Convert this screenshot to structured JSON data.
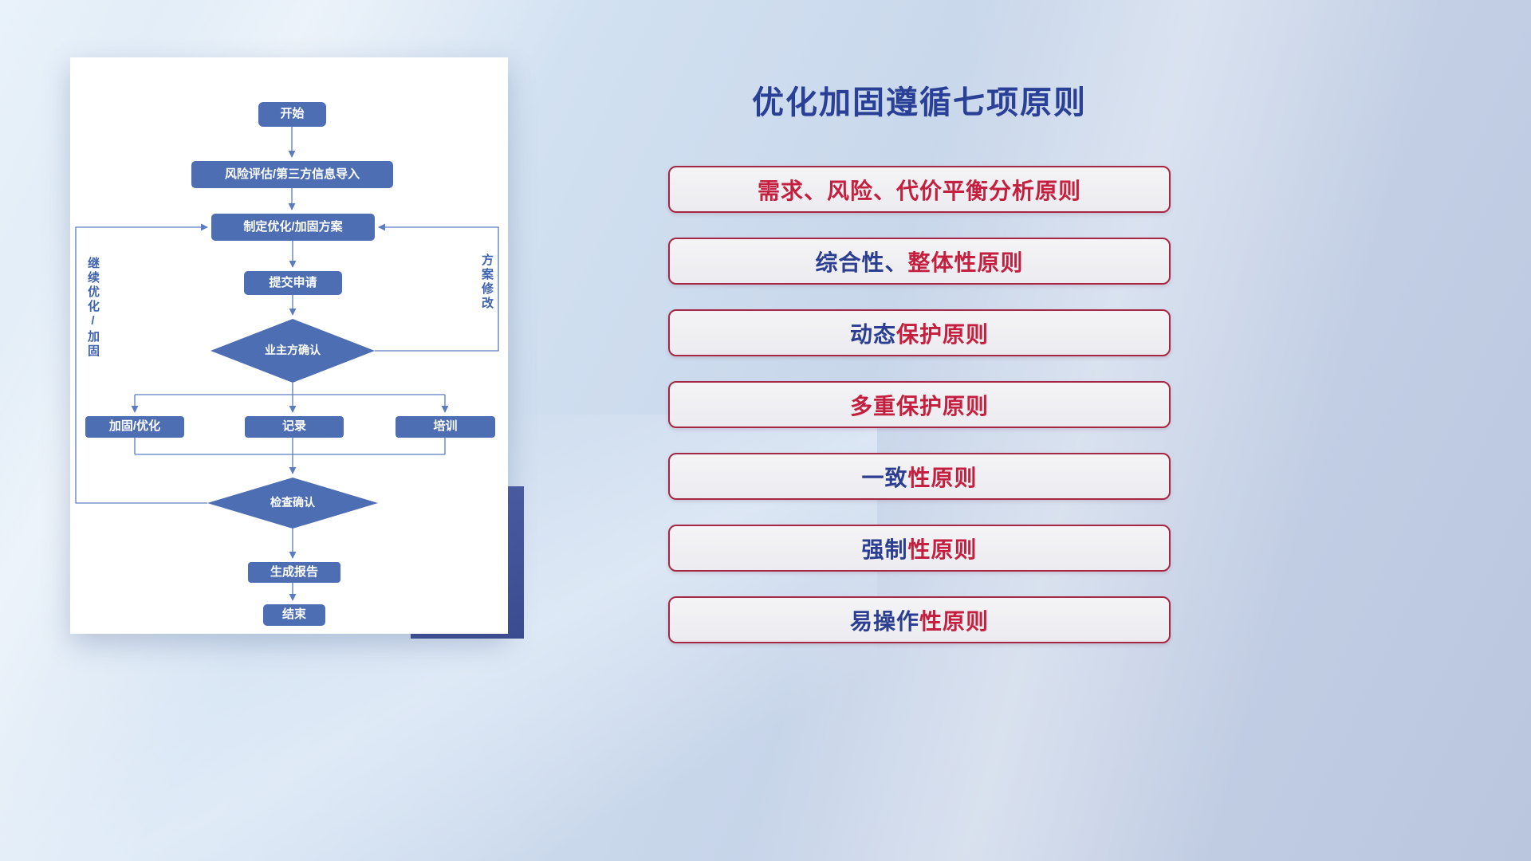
{
  "flowchart": {
    "nodes": {
      "start": "开始",
      "risk_import": "风险评估/第三方信息导入",
      "make_plan": "制定优化/加固方案",
      "submit": "提交申请",
      "owner_confirm": "业主方确认",
      "reinforce": "加固/优化",
      "record": "记录",
      "training": "培训",
      "check_confirm": "检查确认",
      "report": "生成报告",
      "end": "结束"
    },
    "loop_labels": {
      "continue_optimize": "继续优化/加固",
      "plan_revise": "方案修改"
    }
  },
  "panel": {
    "title": "优化加固遵循七项原则",
    "principles": [
      {
        "blue": "",
        "red": "需求、风险、代价平衡分析原则"
      },
      {
        "blue": "综合性、",
        "red": "整体性原则"
      },
      {
        "blue": "动态",
        "red": "保护原则"
      },
      {
        "blue": "",
        "red": "多重保护原则"
      },
      {
        "blue": "一致",
        "red": "性原则"
      },
      {
        "blue": "强制",
        "red": "性原则"
      },
      {
        "blue": "易操作",
        "red": "性原则"
      }
    ]
  },
  "colors": {
    "title_blue": "#2a3f96",
    "principle_red": "#c41f3e",
    "principle_blue": "#2b3e92",
    "node_blue": "#4d6eb3",
    "line_blue": "#5b7cc0",
    "accent_block": "#43539c"
  }
}
